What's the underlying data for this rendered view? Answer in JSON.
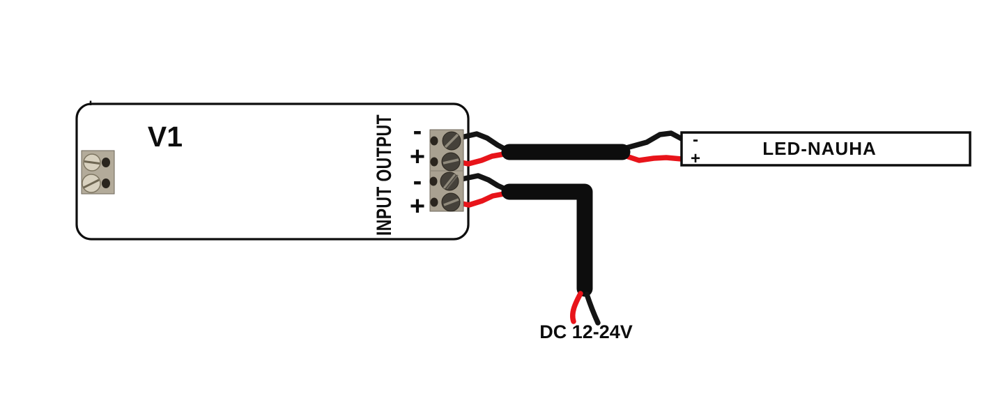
{
  "controller": {
    "label": "V1",
    "ports_label": "INPUT OUTPUT",
    "terminals": [
      "-",
      "+",
      "-",
      "+"
    ]
  },
  "led_strip": {
    "label": "LED-NAUHA",
    "terminals": [
      "-",
      "+"
    ]
  },
  "power_source": {
    "label": "DC 12-24V"
  },
  "colors": {
    "outline": "#0e0e0e",
    "wire_black": "#141414",
    "wire_red": "#e8141a",
    "cable_black": "#0d0d0d",
    "terminal_block_left": "#b3ab9a",
    "terminal_block_right": "#a9a191",
    "screw_light": "#d8d1bf",
    "screw_dark": "#45413a",
    "hole_dark": "#2a251e",
    "background": "#ffffff"
  }
}
